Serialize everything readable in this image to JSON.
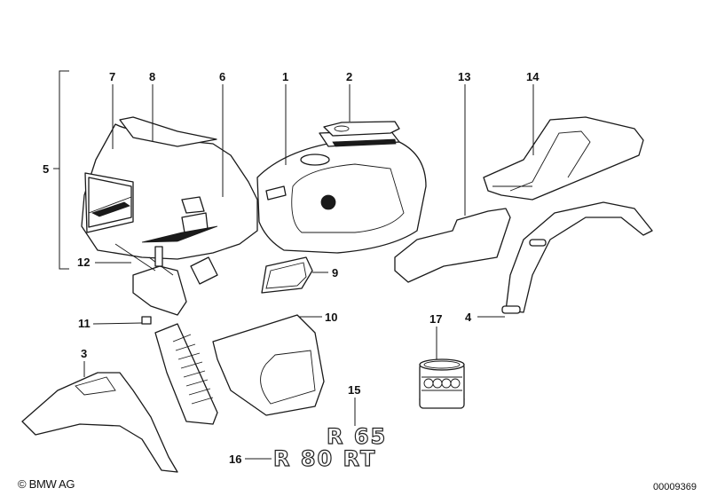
{
  "diagram": {
    "title": "BMW motorcycle fairing and body parts exploded view",
    "callouts": [
      {
        "id": "1",
        "part": "fuel-tank"
      },
      {
        "id": "2",
        "part": "tank-cap-cover"
      },
      {
        "id": "3",
        "part": "front-mudguard"
      },
      {
        "id": "4",
        "part": "rear-mudguard"
      },
      {
        "id": "5",
        "part": "fairing-assembly"
      },
      {
        "id": "6",
        "part": "fairing-side-panel"
      },
      {
        "id": "7",
        "part": "fairing-front-section"
      },
      {
        "id": "8",
        "part": "fairing-upper-trim"
      },
      {
        "id": "9",
        "part": "air-duct"
      },
      {
        "id": "10",
        "part": "lower-fairing-cover"
      },
      {
        "id": "11",
        "part": "radiator-grille"
      },
      {
        "id": "12",
        "part": "fairing-bracket"
      },
      {
        "id": "13",
        "part": "side-cover"
      },
      {
        "id": "14",
        "part": "seat-tail-section"
      },
      {
        "id": "15",
        "part": "model-emblem-r65"
      },
      {
        "id": "16",
        "part": "model-emblem-r80rt"
      },
      {
        "id": "17",
        "part": "rubber-grommet"
      }
    ],
    "emblems": {
      "r65": "R 65",
      "r80rt": "R 80 RT"
    }
  },
  "footer": {
    "copyright": "© BMW AG",
    "diagram_id": "00009369"
  }
}
